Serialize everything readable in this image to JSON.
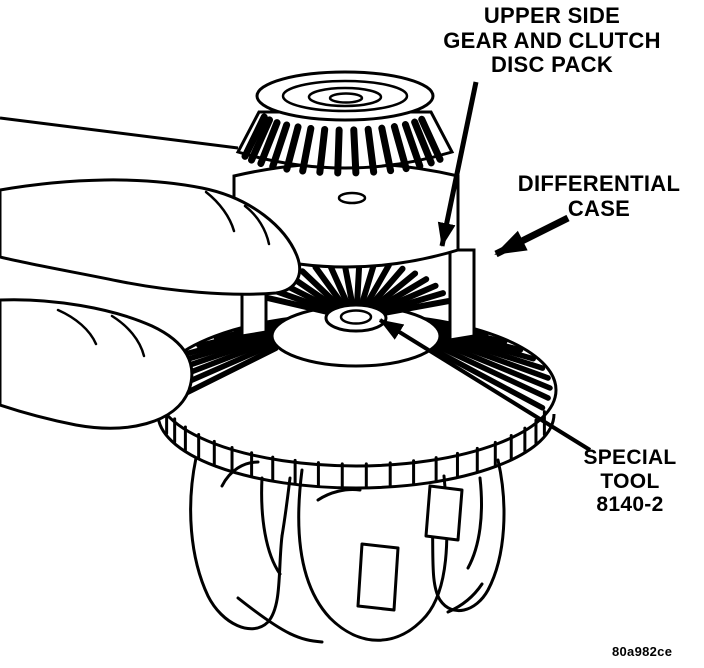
{
  "diagram": {
    "figure_code": "80a982ce",
    "ink_color": "#000000",
    "background_color": "#ffffff",
    "labels": {
      "upper_side_gear": "UPPER SIDE\nGEAR AND CLUTCH\nDISC PACK",
      "differential_case": "DIFFERENTIAL\nCASE",
      "special_tool": "SPECIAL\nTOOL\n8140-2"
    }
  }
}
